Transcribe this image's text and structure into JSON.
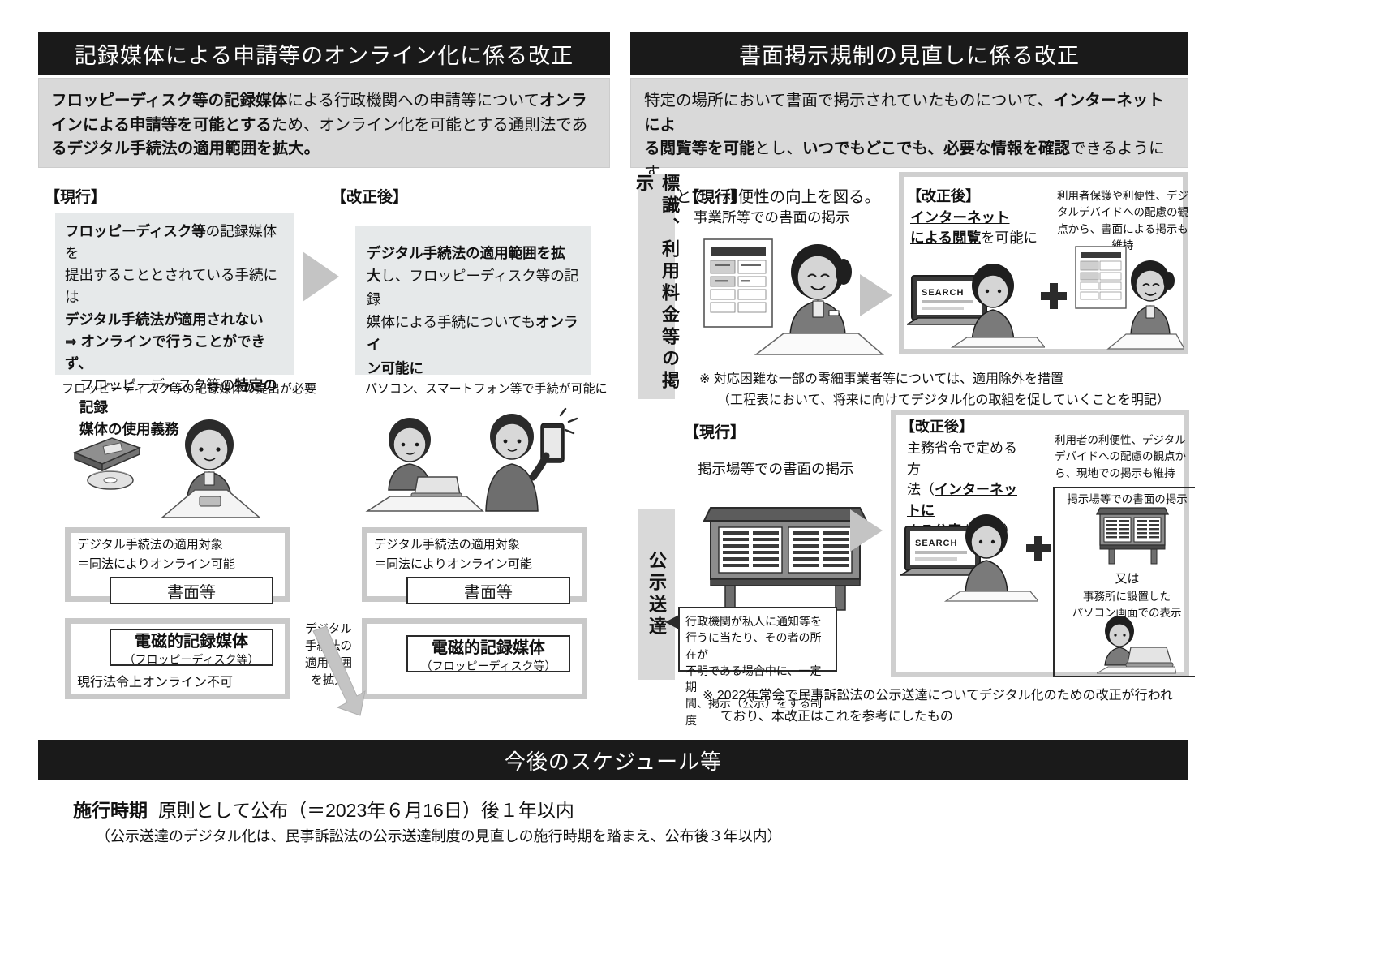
{
  "left": {
    "header": "記録媒体による申請等のオンライン化に係る改正",
    "summary_line1_bold1": "フロッピーディスク等の記録媒体",
    "summary_line1_rest": "による行政機関への申請等について",
    "summary_line1_bold2": "オンラ",
    "summary_line2_bold": "インによる申請等を可能とする",
    "summary_line2_rest": "ため、オンライン化を可能とする通則法であ",
    "summary_line3_bold": "るデジタル手続法の適用範囲を拡大。",
    "current_label": "【現行】",
    "revised_label": "【改正後】",
    "current_box": {
      "l1_bold": "フロッピーディスク等",
      "l1_rest": "の記録媒体を",
      "l2": "提出することとされている手続には",
      "l3_bold": "デジタル手続法が適用されない",
      "l4_bold": "⇒ オンラインで行うことができず、",
      "l5_rest": "フロッピーディスク等の",
      "l5_bold": "特定の記録",
      "l6_bold": "媒体の使用義務"
    },
    "revised_box": {
      "l1_bold": "デジタル手続法の適用範囲を拡",
      "l2_bold": "大",
      "l2_rest": "し、フロッピーディスク等の記録",
      "l3_rest": "媒体による手続についても",
      "l3_bold": "オンライ",
      "l4_bold": "ン可能に"
    },
    "caption_current": "フロッピーディスク等の記録媒体の提出が必要",
    "caption_revised": "パソコン、スマートフォン等で手続が可能に",
    "box_cur_a": {
      "cap1": "デジタル手続法の適用対象",
      "cap2": "＝同法によりオンライン可能",
      "inner": "書面等"
    },
    "box_cur_b": {
      "inner_line1": "電磁的記録媒体",
      "inner_line2": "（フロッピーディスク等）",
      "footnote": "現行法令上オンライン不可"
    },
    "box_new_a": {
      "cap1": "デジタル手続法の適用対象",
      "cap2": "＝同法によりオンライン可能",
      "inner": "書面等"
    },
    "box_new_b": {
      "inner_line1": "電磁的記録媒体",
      "inner_line2": "（フロッピーディスク等）"
    },
    "mid_note": "デジタル手続法の適用範囲を拡大"
  },
  "right": {
    "header": "書面掲示規制の見直しに係る改正",
    "summary_line1_rest": "特定の場所において書面で掲示されていたものについて、",
    "summary_line1_bold": "インターネットによ",
    "summary_line2_bold1": "る閲覧等を可能",
    "summary_line2_rest1": "とし、",
    "summary_line2_bold2": "いつでもどこでも、必要な情報を確認",
    "summary_line2_rest2": "できるようにす",
    "summary_line3": "ることで、利便性の向上を図る。",
    "section1": {
      "vertical_label": "標識、利用料金等の掲示",
      "current_label": "【現行】",
      "current_sub": "事業所等での書面の掲示",
      "revised_label": "【改正後】",
      "revised_sub_bold_u": "インターネット",
      "revised_sub_bold_u2": "による閲覧",
      "revised_sub_rest": "を可能に",
      "side_note": "利用者保護や利便性、デジタルデバイドへの配慮の観点から、書面による掲示も維持",
      "note_line1": "※ 対応困難な一部の零細事業者等については、適用除外を措置",
      "note_line2": "（工程表において、将来に向けてデジタル化の取組を促していくことを明記）"
    },
    "section2": {
      "vertical_label": "公示送達",
      "current_label": "【現行】",
      "current_sub": "掲示場等での書面の掲示",
      "revised_label": "【改正後】",
      "revised_sub_l1": "主務省令で定める方",
      "revised_sub_l2_a": "法（",
      "revised_sub_l2_bold_u": "インターネットに",
      "revised_sub_l3_bold_u": "よる公表",
      "revised_sub_l3_rest": "を想定）",
      "side_note": "利用者の利便性、デジタルデバイドへの配慮の観点から、現地での掲示も維持",
      "subpanel_cap1": "掲示場等での書面の掲示",
      "subpanel_or": "又は",
      "subpanel_cap2_l1": "事務所に設置した",
      "subpanel_cap2_l2": "パソコン画面での表示",
      "callout_l1": "行政機関が私人に通知等を",
      "callout_l2": "行うに当たり、その者の所在が",
      "callout_l3": "不明である場合中に、一定期",
      "callout_l4": "間、掲示（公示）をする制度",
      "note_line1": "※ 2022年常会で民事訴訟法の公示送達についてデジタル化のための改正が行われ",
      "note_line2": "ており、本改正はこれを参考にしたもの"
    }
  },
  "bottom": {
    "header": "今後のスケジュール等",
    "line1_bold": "施行時期",
    "line1_rest": "原則として公布（＝2023年６月16日）後１年以内",
    "line2": "（公示送達のデジタル化は、民事訴訟法の公示送達制度の見直しの施行時期を踏まえ、公布後３年以内）"
  },
  "icons": {
    "floppy": "floppy-disk-icon",
    "cd": "cd-disc-icon",
    "person_desk": "person-at-desk-icon",
    "person_laptop": "person-with-laptop-icon",
    "person_phone": "person-with-smartphone-icon",
    "certificate": "certificate-document-icon",
    "clerk": "shop-clerk-icon",
    "monitor_search": "monitor-search-icon",
    "plus": "plus-icon",
    "bulletin_board": "bulletin-board-icon"
  },
  "colors": {
    "bar_bg": "#1a1a1a",
    "bar_fg": "#ffffff",
    "summary_bg": "#d9d9d9",
    "panel_bg": "#e6e9ea",
    "arrow": "#c4c4c4",
    "border": "#c9c9c9"
  }
}
